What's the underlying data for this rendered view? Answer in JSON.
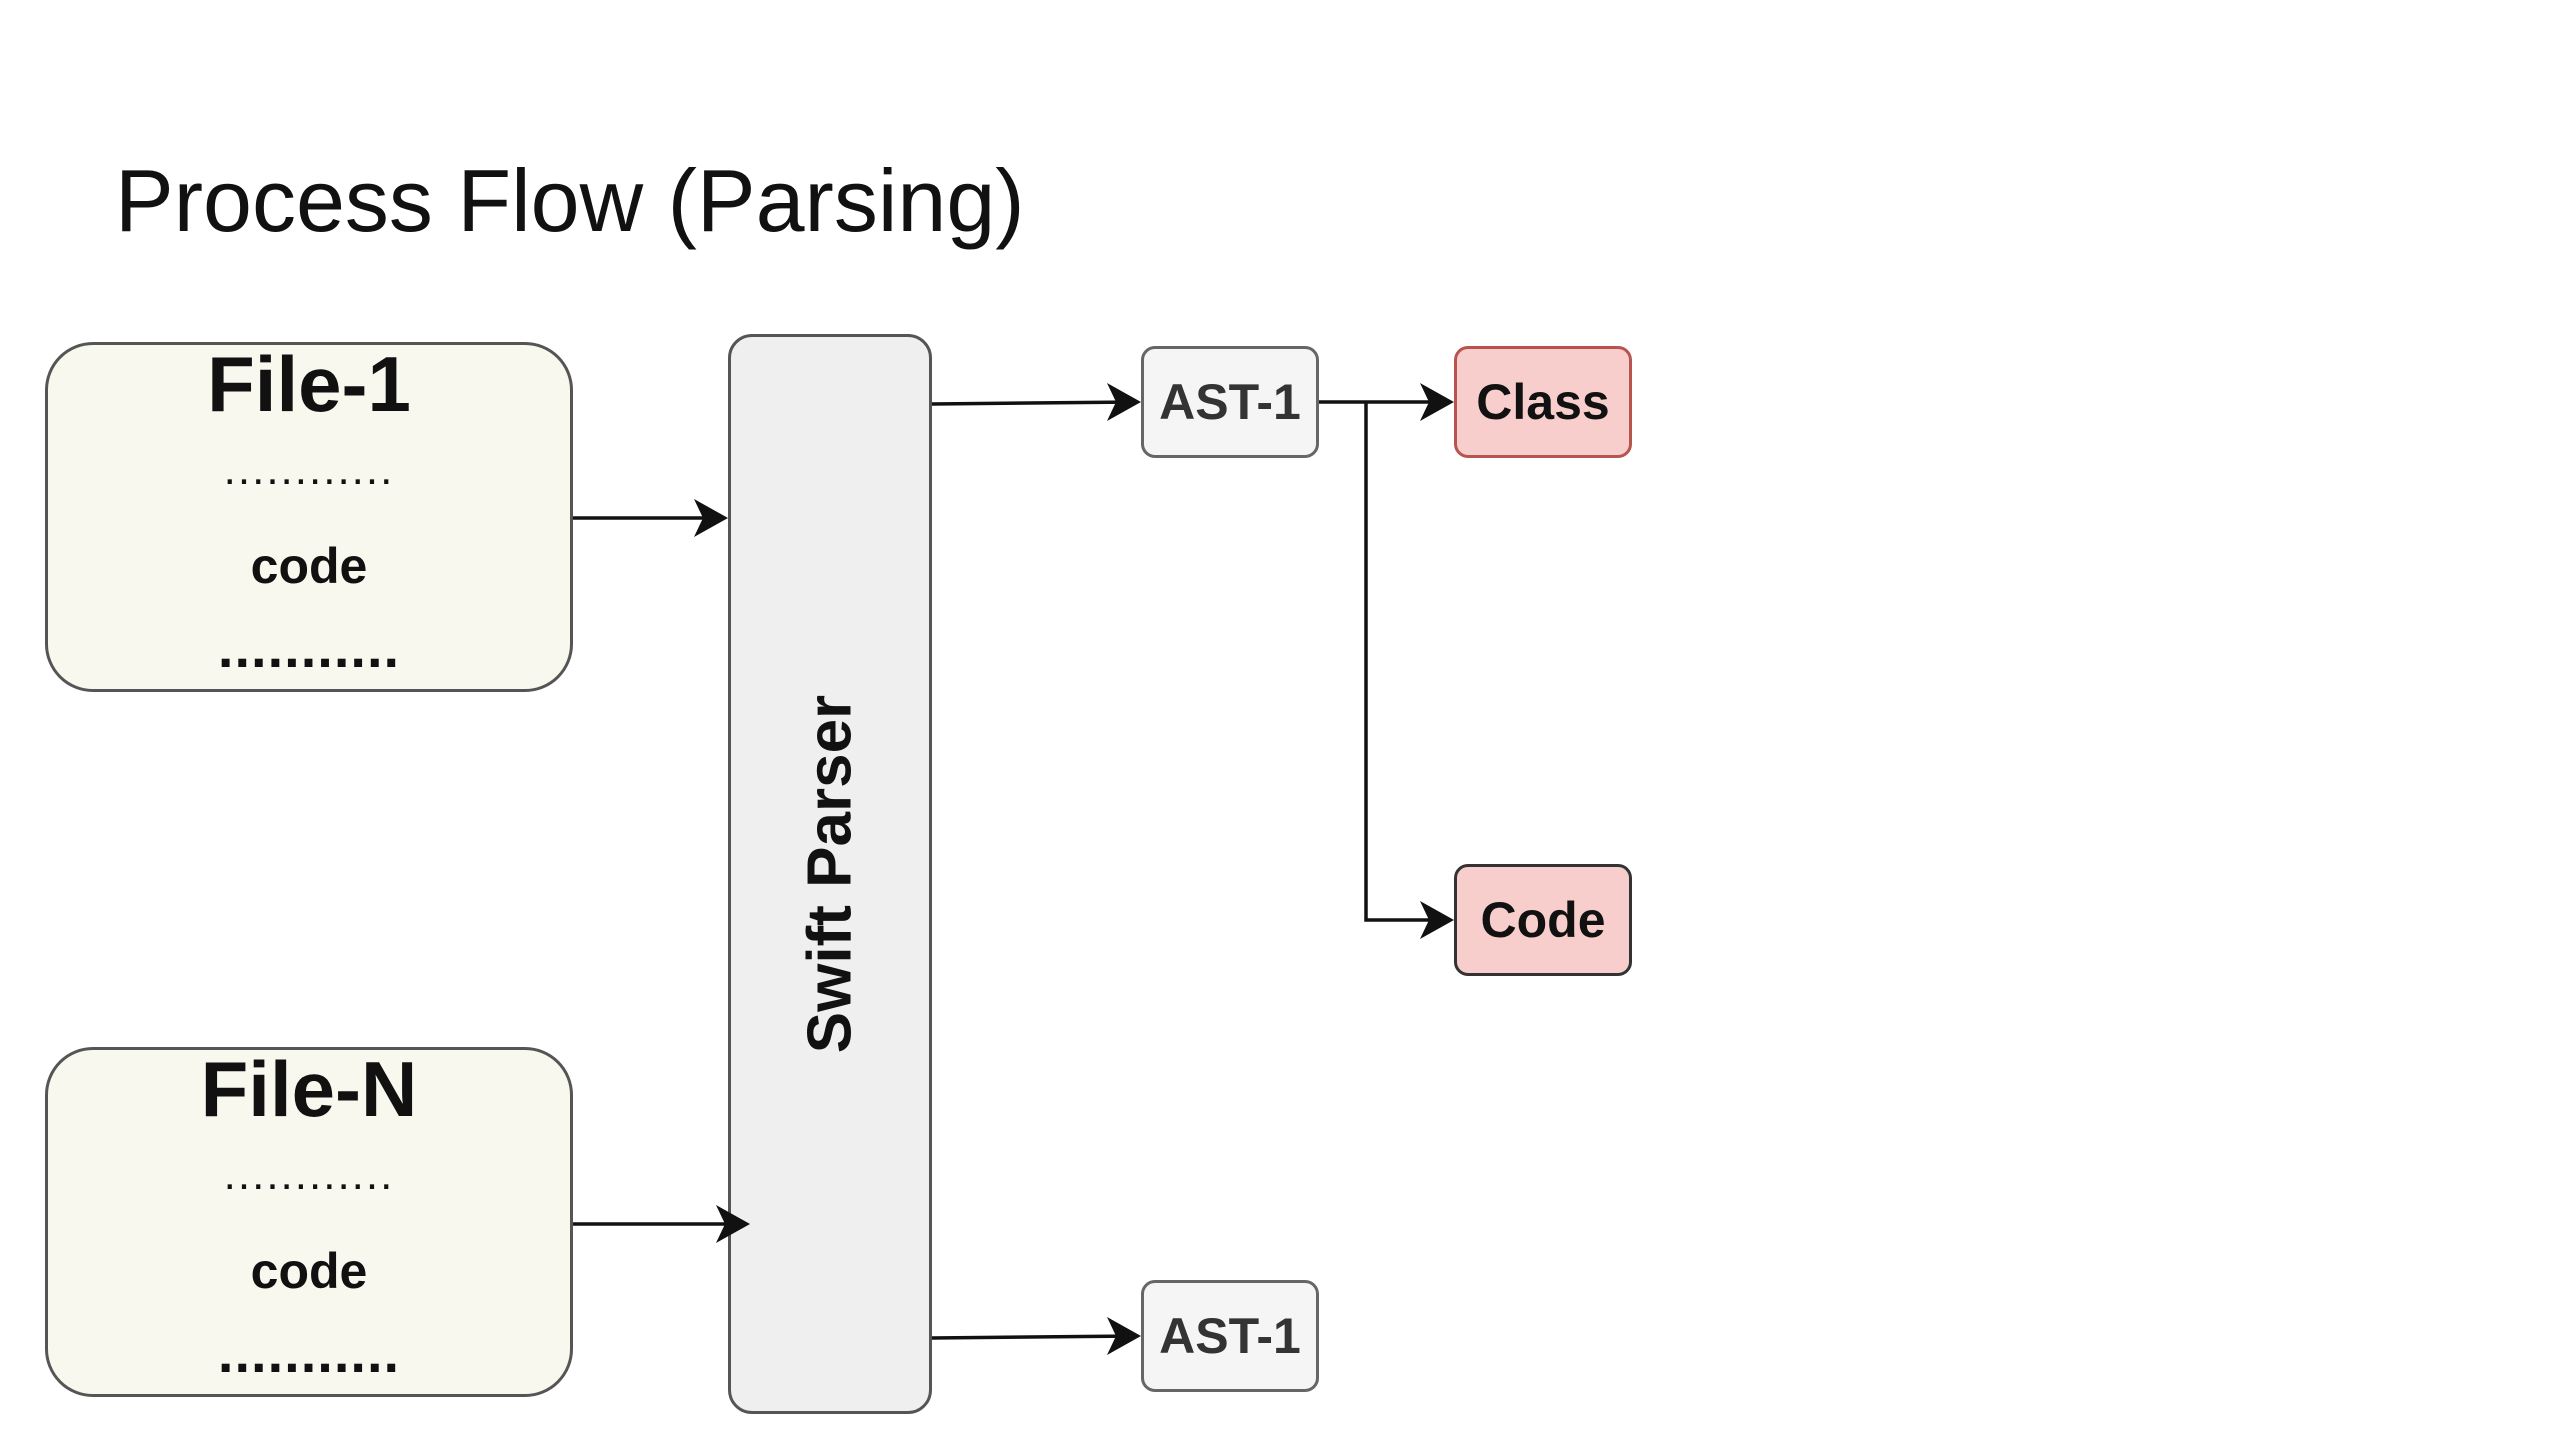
{
  "title": "Process Flow (Parsing)",
  "files": [
    {
      "name": "File-1",
      "dots_top": "............",
      "code": "code",
      "dots_bottom": "..........."
    },
    {
      "name": "File-N",
      "dots_top": "............",
      "code": "code",
      "dots_bottom": "..........."
    }
  ],
  "parser": {
    "label": "Swift Parser"
  },
  "asts": [
    {
      "label": "AST-1"
    },
    {
      "label": "AST-1"
    }
  ],
  "outputs": [
    {
      "label": "Class"
    },
    {
      "label": "Code"
    }
  ],
  "colors": {
    "file_fill": "#f9f8ee",
    "parser_fill": "#efefef",
    "ast_fill": "#f5f5f5",
    "output_fill": "#f8cecc",
    "output_border": "#b85450"
  }
}
